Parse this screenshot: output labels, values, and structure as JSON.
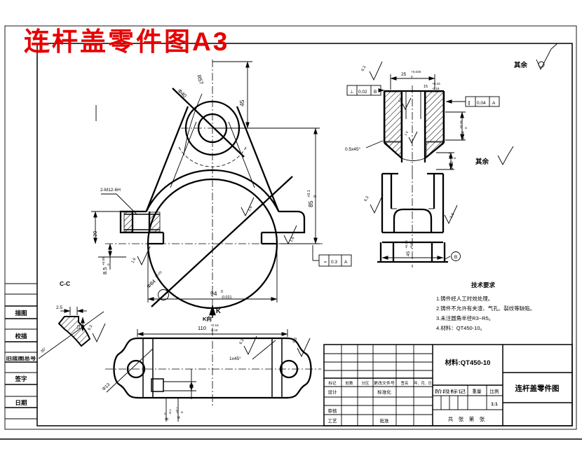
{
  "sheet": {
    "red_title": "连杆盖零件图A3",
    "others_label": "其余",
    "colors": {
      "ink": "#000000",
      "red": "#e60000",
      "paper": "#ffffff"
    }
  },
  "left_panel": {
    "rows": [
      "描图",
      "校描",
      "旧底图总号",
      "签字",
      "日期"
    ]
  },
  "main_view": {
    "label_cc": "C-C",
    "k_letter": "K",
    "thread_note": "2-M12-6H",
    "d45": "45",
    "r57": "R57",
    "phi40": "Φ40",
    "d85": {
      "v": "85",
      "up": "+0.1",
      "dn": "0"
    },
    "d94": {
      "v": "94",
      "up": "0",
      "dn": "-0.021"
    },
    "d20": "20",
    "d8_5": {
      "v": "8.5",
      "up": "+0.05",
      "dn": "0"
    },
    "bore": {
      "v": "Φ84",
      "up": "+0.03",
      "dn": "0"
    },
    "sym_frame": {
      "sym": "=",
      "tol": "0.3",
      "datum": "A"
    },
    "ra1": "1.6",
    "ra2": "1.6",
    "ra3": "1.6"
  },
  "section_view": {
    "d25": {
      "v": "25",
      "up": "+0.026",
      "dn": "0"
    },
    "d15": {
      "v": "15",
      "up": "+0.16",
      "dn": "-0.16"
    },
    "perp_frame": {
      "sym": "⊥",
      "tol": "0.02",
      "datum": "B"
    },
    "para_frame": {
      "sym": "∥",
      "tol": "0.04",
      "datum": "A"
    },
    "chamfer": "0.5x45°",
    "phi24": {
      "v": "Φ24",
      "up": "+0.28",
      "dn": "0"
    },
    "phi30": {
      "v": "Φ30",
      "up": "+0.2",
      "dn": "0"
    },
    "ra_top": "6.3",
    "ra_in1": "1.6",
    "ra_in2": "1.6"
  },
  "side_view": {
    "d45b": {
      "v": "45",
      "up": "+0.20",
      "dn": "-0.05"
    },
    "datum_b": "B",
    "ra_left": "6.3",
    "ra_right": "1.6",
    "others_label": "其余"
  },
  "bottom_view": {
    "k_view_label": "K向",
    "d110": {
      "v": "110",
      "up": "+0.16",
      "dn": "-0.16"
    },
    "chamfer": "1x45°",
    "ra_chamfer": "6.3",
    "ra_lobe": "6.3",
    "hole": "Φ13",
    "d8": {
      "v": "8",
      "up": "0",
      "dn": "-0.1"
    },
    "d4": {
      "v": "4",
      "up": "+0.1",
      "dn": "0"
    }
  },
  "detail_cc": {
    "d2_5": "2.5",
    "d12": "12",
    "angle": "30°",
    "ra": "6.3"
  },
  "notes": {
    "title": "技术要求",
    "items": [
      "1.铸件经人工时效处理。",
      "2.铸件不允许有夹渣、气孔、裂纹等缺陷。",
      "3.未注圆角半径R3~R5。",
      "4.材料：QT450-10。"
    ]
  },
  "title_block": {
    "material": "材料:QT450-10",
    "drawing_title": "连杆盖零件图",
    "scale": "1:1",
    "rev_header": [
      "标记",
      "处数",
      "分区",
      "更改文件号",
      "签名",
      "年、月、日"
    ],
    "roles": {
      "design": "设计",
      "standard": "标准化",
      "check": "审核",
      "process": "工艺",
      "approve": "批准"
    },
    "stage": [
      "阶段标记",
      "重量",
      "比例"
    ],
    "sheets": "共　张　第　张"
  }
}
